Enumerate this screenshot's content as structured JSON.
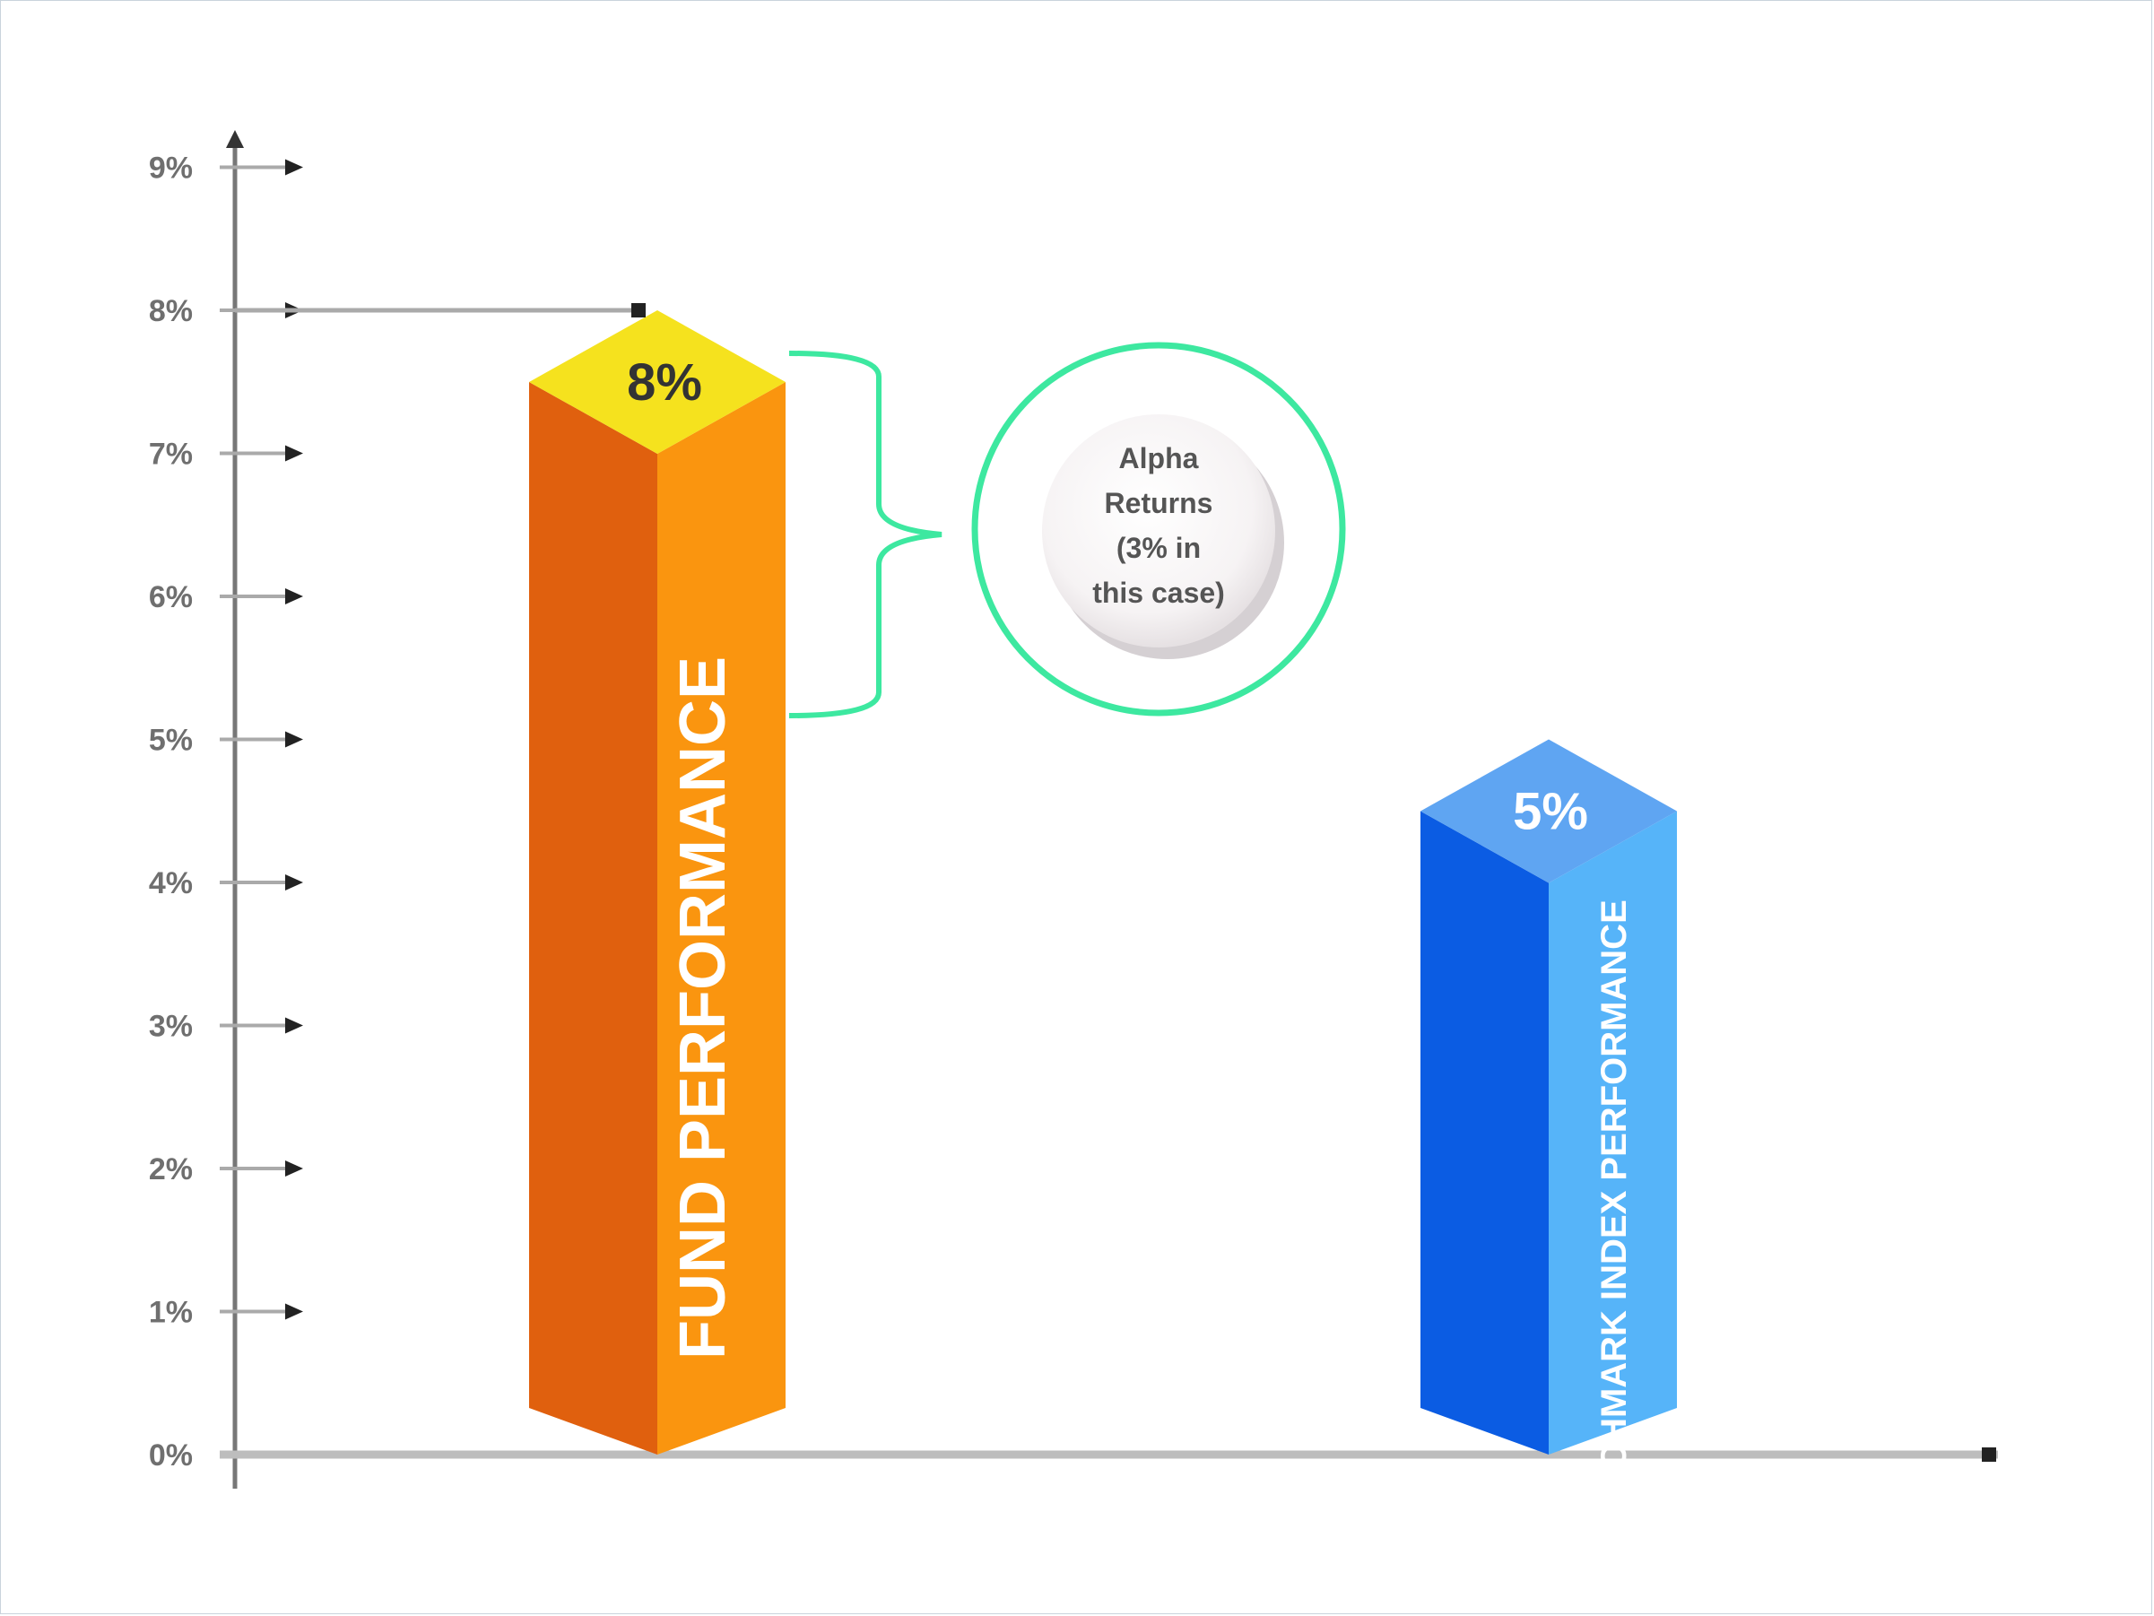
{
  "chart_data": {
    "type": "bar",
    "categories": [
      "FUND PERFORMANCE",
      "BENCHMARK INDEX PERFORMANCE"
    ],
    "values": [
      8,
      5
    ],
    "value_labels": [
      "8%",
      "5%"
    ],
    "ylim": [
      0,
      9
    ],
    "y_ticks": [
      "0%",
      "1%",
      "2%",
      "3%",
      "4%",
      "5%",
      "6%",
      "7%",
      "8%",
      "9%"
    ],
    "title": "",
    "xlabel": "",
    "ylabel": "",
    "grid": false,
    "annotation": {
      "text_lines": [
        "Alpha",
        "Returns",
        "(3% in",
        "this case)"
      ],
      "value": 3
    },
    "colors": {
      "fund_front": "#e0600e",
      "fund_side": "#fa950f",
      "fund_top": "#f5e21e",
      "benchmark_front": "#0b5ce3",
      "benchmark_side": "#56b4f9",
      "benchmark_top": "#5fa5f2",
      "callout_ring": "#3de8a0",
      "axis": "#777777"
    }
  }
}
